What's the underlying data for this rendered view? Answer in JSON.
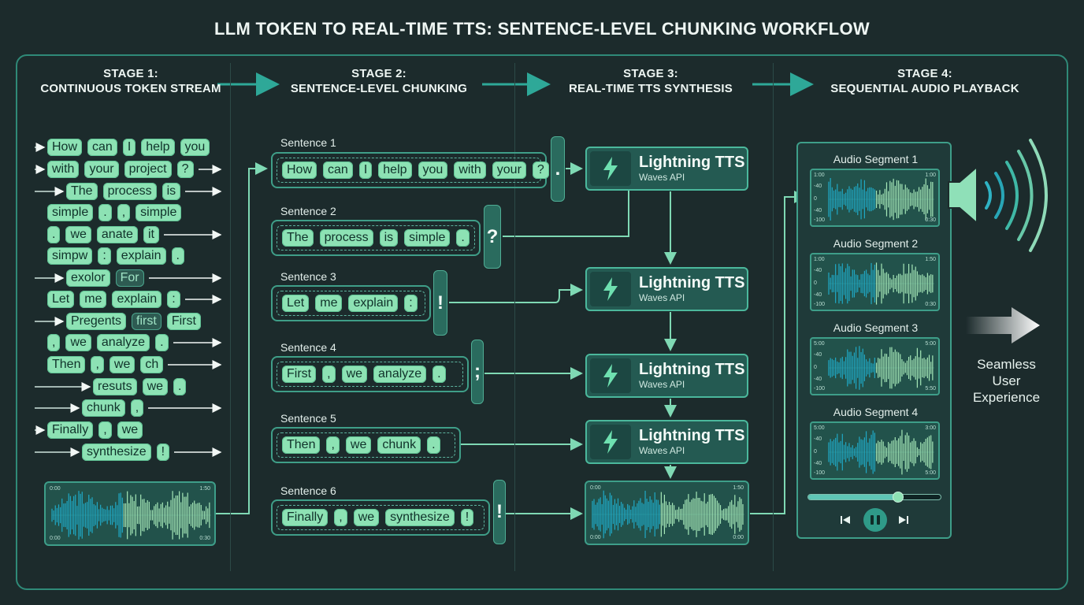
{
  "title": "LLM TOKEN TO REAL-TIME TTS: SENTENCE-LEVEL CHUNKING WORKFLOW",
  "stages": [
    {
      "line1": "STAGE 1:",
      "line2": "CONTINUOUS TOKEN STREAM"
    },
    {
      "line1": "STAGE 2:",
      "line2": "SENTENCE-LEVEL CHUNKING"
    },
    {
      "line1": "STAGE 3:",
      "line2": "REAL-TIME TTS SYNTHESIS"
    },
    {
      "line1": "STAGE 4:",
      "line2": "SEQUENTIAL AUDIO PLAYBACK"
    }
  ],
  "token_stream": [
    [
      "How",
      "can",
      "I",
      "help",
      "you"
    ],
    [
      "with",
      "your",
      "project",
      "?"
    ],
    [
      "The",
      "process",
      "is"
    ],
    [
      "simple",
      ".",
      ",",
      "simple"
    ],
    [
      ".",
      "we",
      "anate",
      "it"
    ],
    [
      "simpw",
      ":",
      "explain",
      "."
    ],
    [
      "exolor",
      "For"
    ],
    [
      "Let",
      "me",
      "explain",
      ":"
    ],
    [
      "Pregents",
      "first",
      "First"
    ],
    [
      ",",
      "we",
      "analyze",
      "."
    ],
    [
      "Then",
      ",",
      "we",
      "ch"
    ],
    [
      "resuts",
      "we",
      "."
    ],
    [
      "chunk",
      ","
    ],
    [
      "Finally",
      ",",
      "we"
    ],
    [
      "synthesize",
      "!"
    ]
  ],
  "sentences": [
    {
      "label": "Sentence 1",
      "tokens": [
        "How",
        "can",
        "I",
        "help",
        "you",
        "with",
        "your",
        "?"
      ],
      "delimiter": "."
    },
    {
      "label": "Sentence 2",
      "tokens": [
        "The",
        "process",
        "is",
        "simple",
        "."
      ],
      "delimiter": "?"
    },
    {
      "label": "Sentence 3",
      "tokens": [
        "Let",
        "me",
        "explain",
        ":"
      ],
      "delimiter": "!"
    },
    {
      "label": "Sentence 4",
      "tokens": [
        "First",
        ",",
        "we",
        "analyze",
        "."
      ],
      "delimiter": ";"
    },
    {
      "label": "Sentence 5",
      "tokens": [
        "Then",
        ",",
        "we",
        "chunk",
        "."
      ],
      "delimiter": ""
    },
    {
      "label": "Sentence 6",
      "tokens": [
        "Finally",
        ",",
        "we",
        "synthesize",
        "!"
      ],
      "delimiter": "!"
    }
  ],
  "tts_engine": {
    "name": "Lightning TTS",
    "sub": "Waves API",
    "count": 4
  },
  "waveform_stage1": {
    "t0": "0:00",
    "t1": "1:50",
    "b0": "0:00",
    "b1": "0:30"
  },
  "waveform_stage3": {
    "t0": "0:00",
    "t1": "1:50",
    "b0": "0:00",
    "b1": "0:00"
  },
  "audio_segments": [
    {
      "label": "Audio Segment 1",
      "tl": "1:00",
      "tr": "1:00",
      "y1": "-40",
      "y2": "0",
      "y3": "-40",
      "bl": "-100",
      "br": "0:30"
    },
    {
      "label": "Audio Segment 2",
      "tl": "1:00",
      "tr": "1:50",
      "y1": "-40",
      "y2": "0",
      "y3": "-40",
      "bl": "-100",
      "br": "0:30"
    },
    {
      "label": "Audio Segment 3",
      "tl": "5:00",
      "tr": "5:00",
      "y1": "-40",
      "y2": "0",
      "y3": "-40",
      "bl": "-100",
      "br": "5:50"
    },
    {
      "label": "Audio Segment 4",
      "tl": "5:00",
      "tr": "3:00",
      "y1": "-40",
      "y2": "0",
      "y3": "-40",
      "bl": "-100",
      "br": "5:00"
    }
  ],
  "playback_progress": 0.68,
  "seamless_text": [
    "Seamless",
    "User",
    "Experience"
  ],
  "colors": {
    "accent": "#2f8a78",
    "token": "#8de2b4",
    "wave_cyan": "#1fa9c6",
    "wave_green": "#a6e8b8"
  }
}
